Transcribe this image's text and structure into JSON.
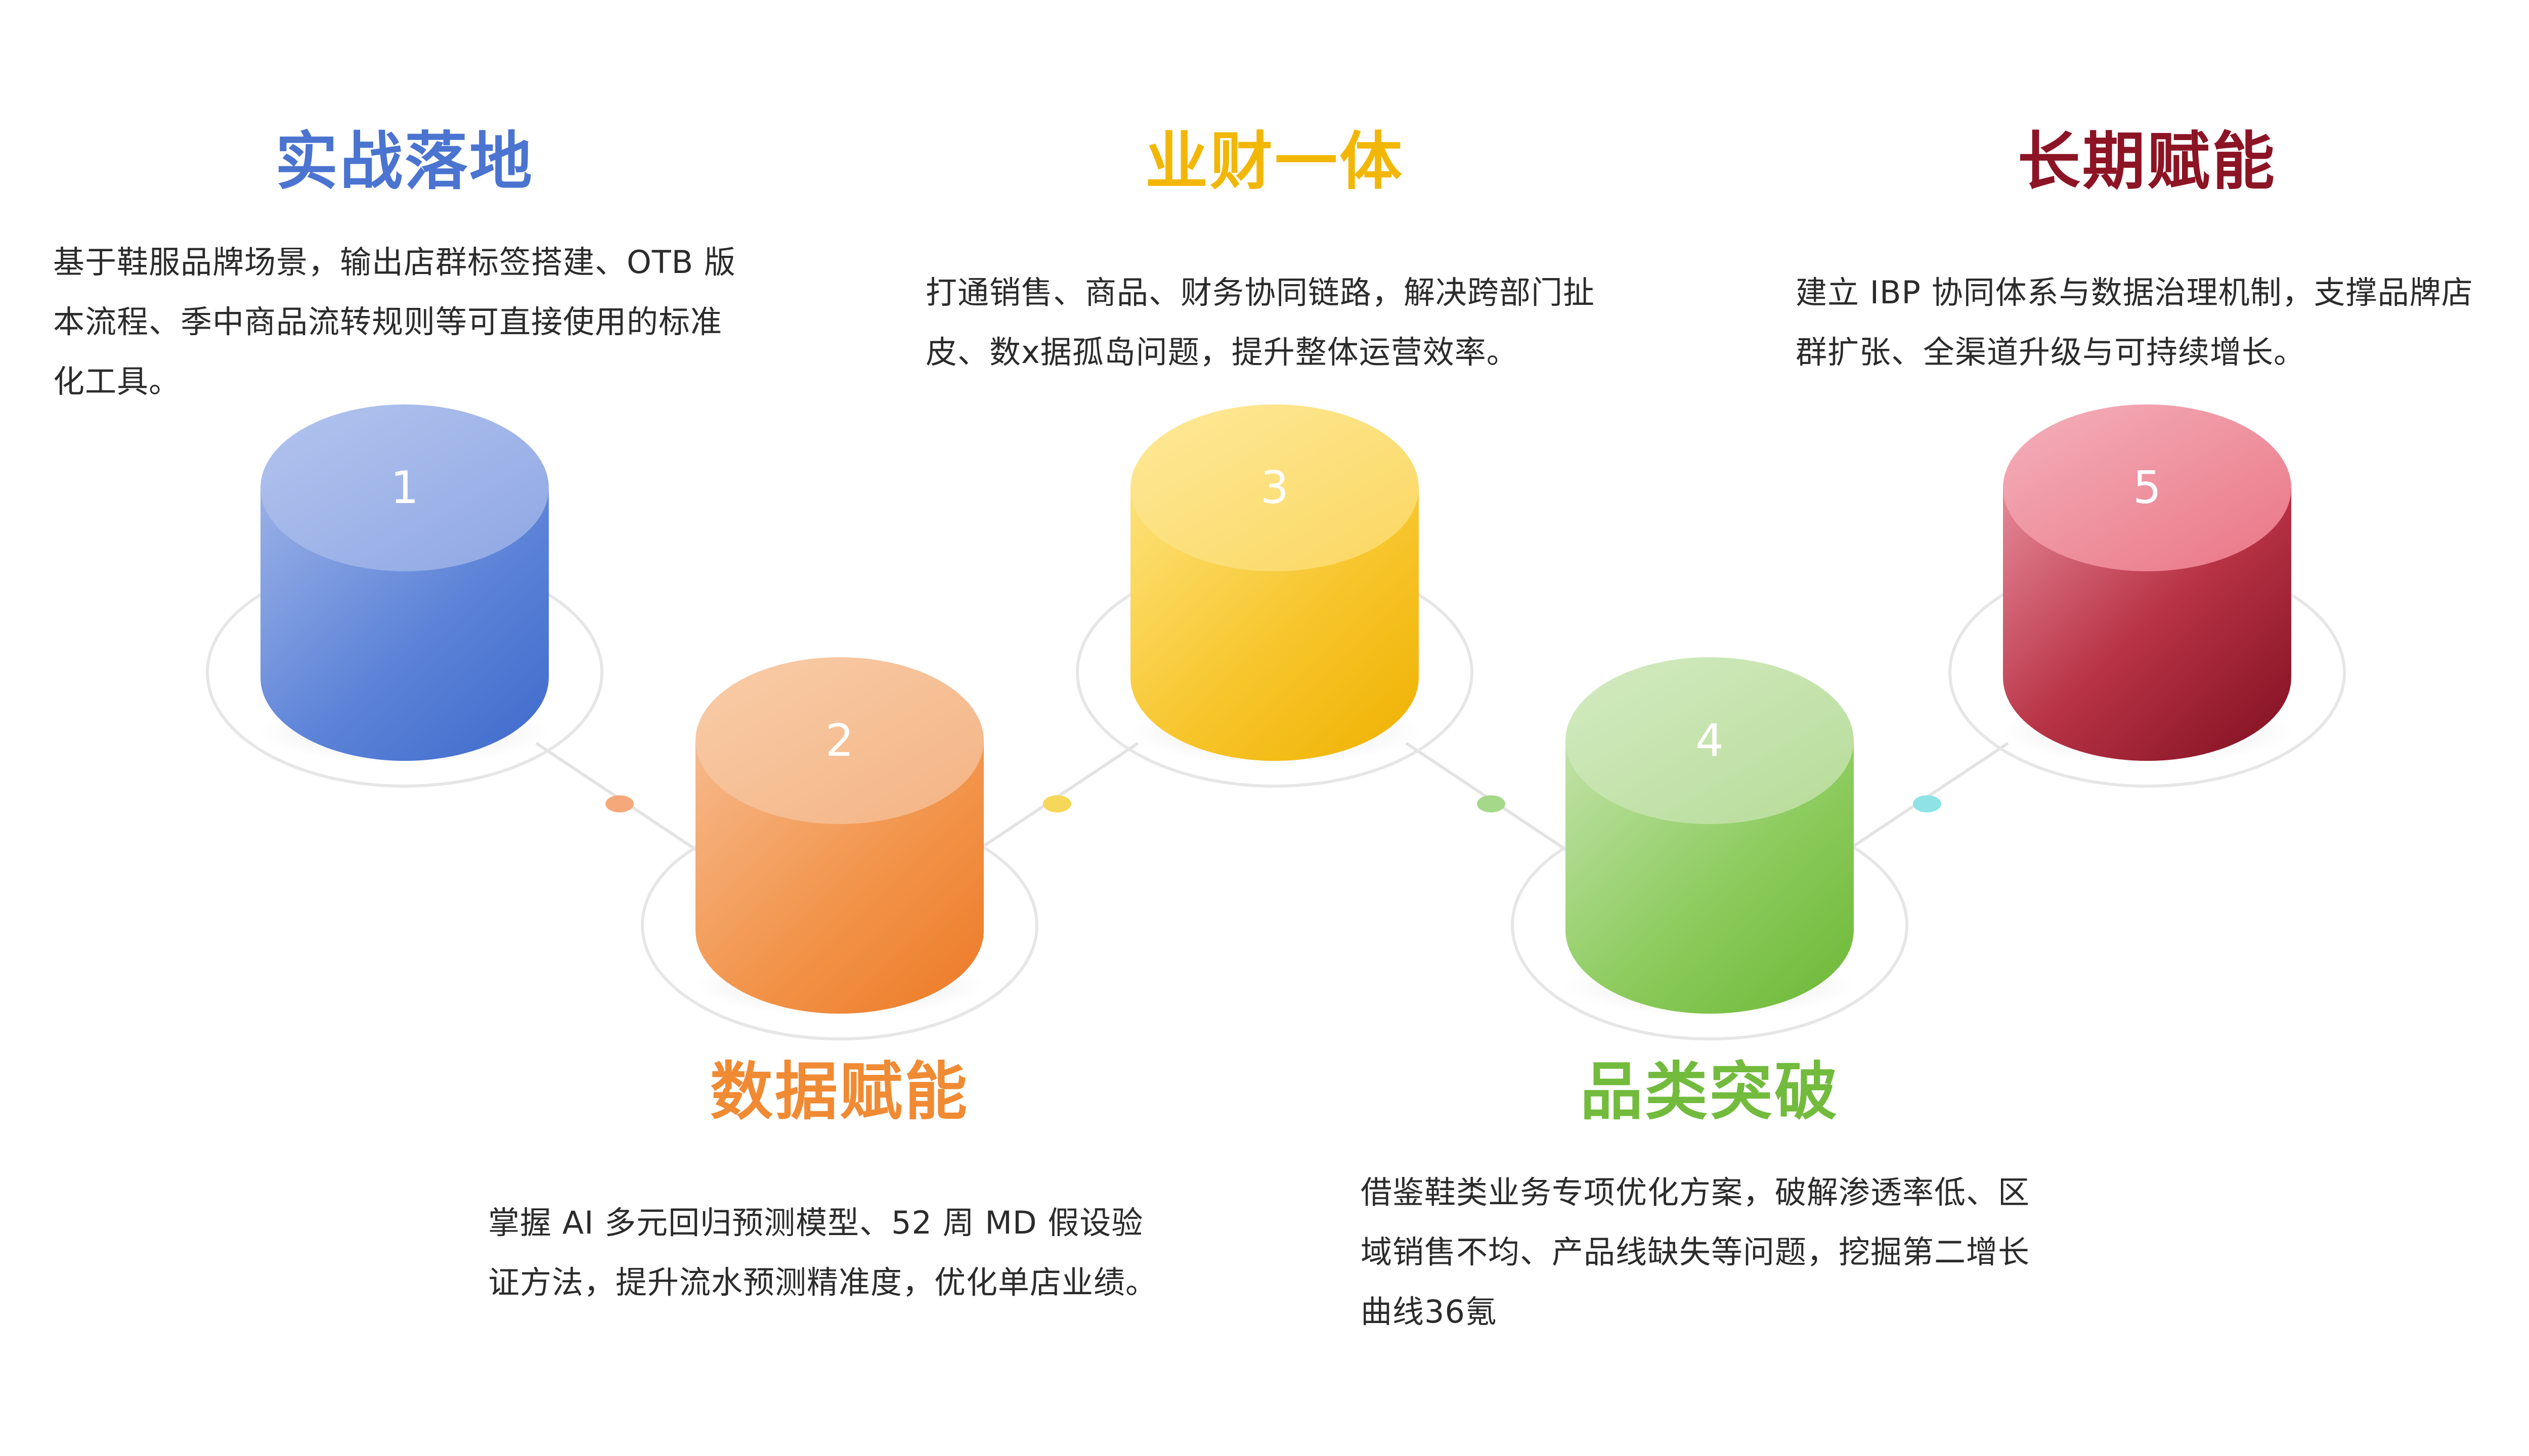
{
  "colors": {
    "blue": "#4a74d0",
    "orange": "#f08a33",
    "yellow": "#f2b705",
    "green": "#72bb3d",
    "red": "#8c1424",
    "dot_orange": "#f5a97a",
    "dot_yellow": "#f6d75a",
    "dot_green": "#a6d88a",
    "dot_cyan": "#8fe3e6"
  },
  "steps": [
    {
      "number": "1",
      "title": "实战落地",
      "desc_lines": [
        "基于鞋服品牌场景，输出店群标签搭建、OTB 版",
        "本流程、季中商品流转规则等可直接使用的标准",
        "化工具。"
      ]
    },
    {
      "number": "2",
      "title": "数据赋能",
      "desc_lines": [
        "掌握 AI 多元回归预测模型、52 周 MD 假设验",
        "证方法，提升流水预测精准度，优化单店业绩。"
      ]
    },
    {
      "number": "3",
      "title": "业财一体",
      "desc_lines": [
        "打通销售、商品、财务协同链路，解决跨部门扯",
        "皮、数x据孤岛问题，提升整体运营效率。"
      ]
    },
    {
      "number": "4",
      "title": "品类突破",
      "desc_lines": [
        "借鉴鞋类业务专项优化方案，破解渗透率低、区",
        "域销售不均、产品线缺失等问题，挖掘第二增长",
        "曲线36氪"
      ]
    },
    {
      "number": "5",
      "title": "长期赋能",
      "desc_lines": [
        "建立 IBP 协同体系与数据治理机制，支撑品牌店",
        "群扩张、全渠道升级与可持续增长。"
      ]
    }
  ]
}
